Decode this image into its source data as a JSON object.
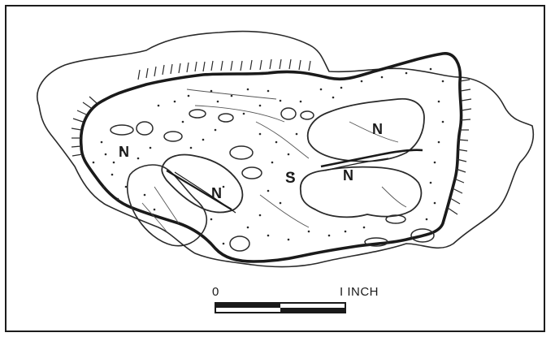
{
  "labels": {
    "n_left": "N",
    "n_mid": "N",
    "n_right_top": "N",
    "n_right_low": "N",
    "s_center": "S"
  },
  "scale_bar": {
    "start_label": "0",
    "end_label": "I INCH"
  },
  "colors": {
    "ink": "#1a1a1a",
    "paper": "#ffffff"
  }
}
